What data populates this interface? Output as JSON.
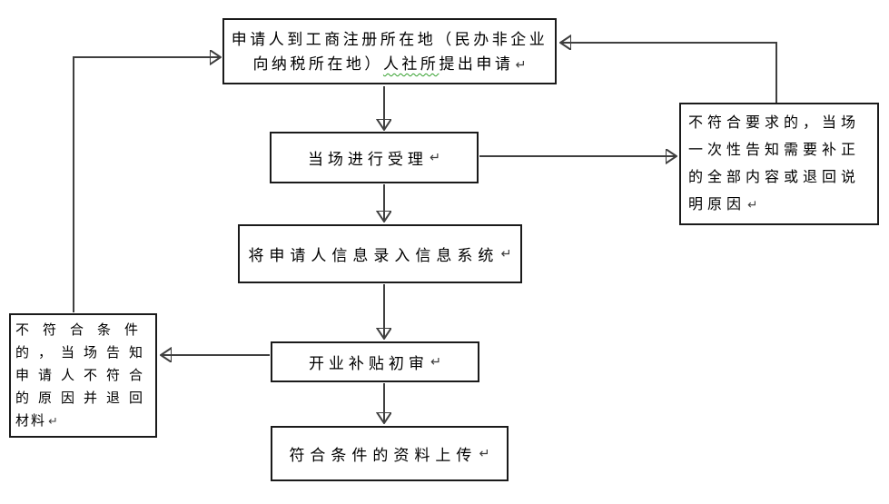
{
  "flowchart": {
    "return_mark": "↵",
    "nodes": {
      "apply": {
        "line1": "申请人到工商注册所在地（民办非企业",
        "line2_pre": "向纳税所在地）",
        "line2_spellcheck": "人社所",
        "line2_post": "提出申请"
      },
      "accept": {
        "label": "当场进行受理"
      },
      "input": {
        "label": "将申请人信息录入信息系统"
      },
      "review": {
        "label": "开业补贴初审"
      },
      "upload": {
        "label": "符合条件的资料上传"
      },
      "reject_right": {
        "lines": [
          "不符合要求的，当场",
          "一次性告知需要补正",
          "的全部内容或退回说",
          "明原因"
        ]
      },
      "reject_left": {
        "lines": [
          "不符合条件",
          "的，当场告知",
          "申请人不符合",
          "的原因并退回",
          "材料"
        ]
      }
    },
    "colors": {
      "background": "#ffffff",
      "box_border": "#1a1a1a",
      "text": "#000000",
      "connector": "#3f3f3f",
      "arrowhead": "#000000",
      "spellcheck_underline": "#33a02c"
    }
  }
}
